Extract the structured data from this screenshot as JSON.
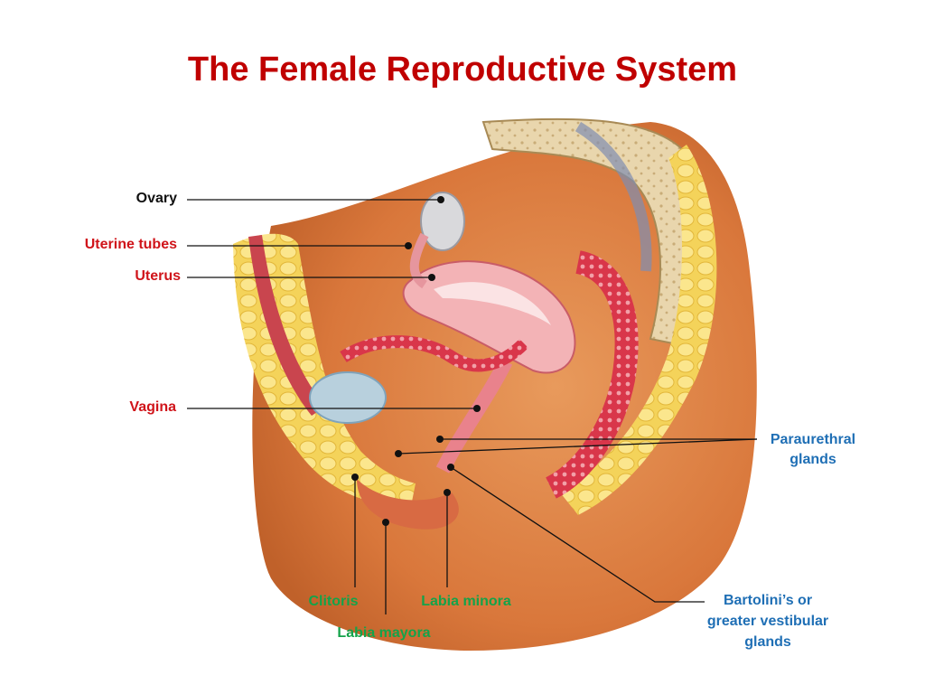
{
  "title": "The Female Reproductive System",
  "labels": {
    "ovary": "Ovary",
    "uterine_tubes": "Uterine tubes",
    "uterus": "Uterus",
    "vagina": "Vagina",
    "paraurethral_line1": "Paraurethral",
    "paraurethral_line2": "glands",
    "clitoris": "Clitoris",
    "labia_minora": "Labia minora",
    "labia_mayora": "Labia mayora",
    "bartolini_line1": "Bartolini’s or",
    "bartolini_line2": "greater vestibular",
    "bartolini_line3": "glands"
  },
  "colors": {
    "title": "#c00000",
    "label_black": "#111111",
    "label_red": "#d0141a",
    "label_blue": "#1f6fb5",
    "label_green": "#14a34a"
  }
}
